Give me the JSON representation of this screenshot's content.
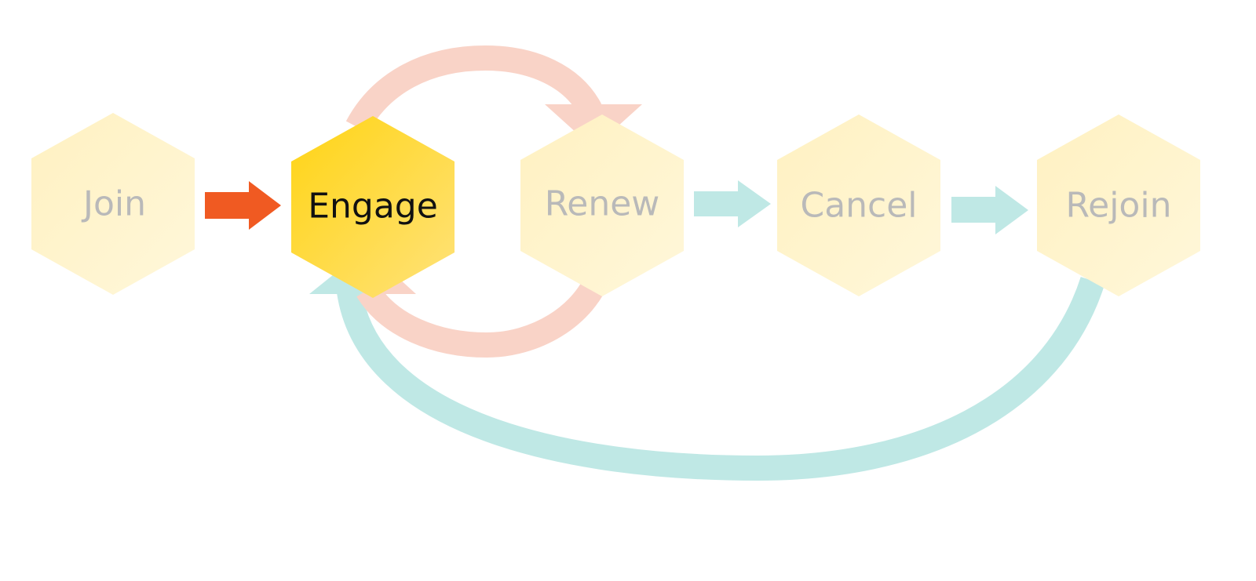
{
  "stages": [
    {
      "id": "join",
      "label": "Join",
      "active": false
    },
    {
      "id": "engage",
      "label": "Engage",
      "active": true
    },
    {
      "id": "renew",
      "label": "Renew",
      "active": false
    },
    {
      "id": "cancel",
      "label": "Cancel",
      "active": false
    },
    {
      "id": "rejoin",
      "label": "Rejoin",
      "active": false
    }
  ],
  "colors": {
    "active_fill_start": "#ffd414",
    "active_fill_end": "#ffe27a",
    "inactive_fill_start": "#fff1c1",
    "inactive_fill_end": "#fff7da",
    "active_text": "#111111",
    "inactive_text": "#b9b9b9",
    "active_arrow": "#f05a22",
    "loop_arrow": "#f9d3c7",
    "flow_arrow": "#bfe8e5"
  }
}
